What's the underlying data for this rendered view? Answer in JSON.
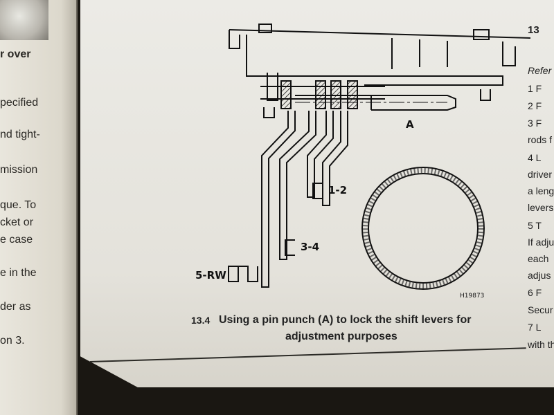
{
  "left_page": {
    "lines": [
      "r over",
      "pecified",
      "nd tight-",
      "mission",
      "que. To",
      "cket or",
      "e case",
      "e in the",
      "der as",
      "on 3."
    ]
  },
  "diagram": {
    "labels": {
      "pin": "A",
      "lever_1_2": "1-2",
      "lever_3_4": "3-4",
      "lever_5_rw": "5-RW",
      "code": "H19873"
    }
  },
  "caption": {
    "number": "13.4",
    "line1": "Using a pin punch (A) to lock the shift levers for",
    "line2": "adjustment purposes"
  },
  "right_column": {
    "section": "13",
    "refer": "Refer",
    "lines": [
      "1  F",
      "2  F",
      "3  F",
      "rods f",
      "4  L",
      "driver",
      "a leng",
      "levers",
      "5  T",
      "If adju",
      "each",
      "adjus",
      "6  F",
      "Secur",
      "7  L",
      "with th"
    ]
  }
}
